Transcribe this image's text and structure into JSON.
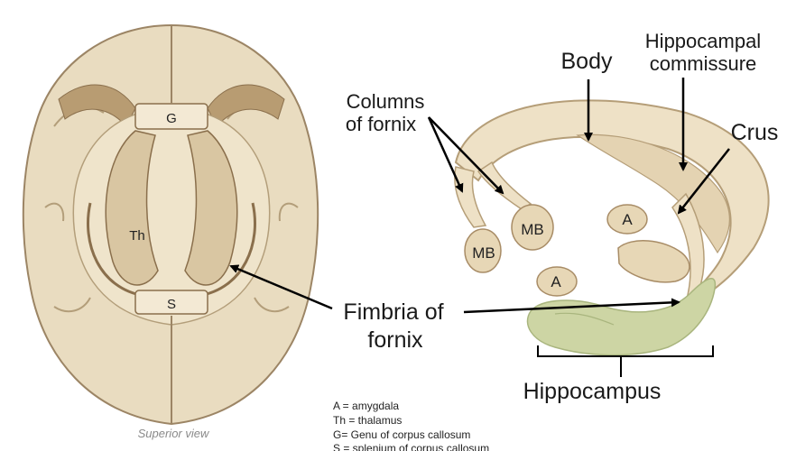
{
  "brain_view": {
    "caption": "Superior view",
    "labels": {
      "genu": "G",
      "thalamus": "Th",
      "splenium": "S"
    }
  },
  "fornix_view": {
    "labels": {
      "body": "Body",
      "hippocampal_commissure_line1": "Hippocampal",
      "hippocampal_commissure_line2": "commissure",
      "columns_line1": "Columns",
      "columns_line2": "of fornix",
      "crus": "Crus",
      "mb_left": "MB",
      "mb_right": "MB",
      "a_upper": "A",
      "a_lower": "A",
      "fimbria_line1": "Fimbria of",
      "fimbria_line2": "fornix",
      "hippocampus": "Hippocampus"
    }
  },
  "legend": [
    "A = amygdala",
    "Th = thalamus",
    "G= Genu of corpus callosum",
    "S = splenium of corpus callosum"
  ],
  "colors": {
    "tissue": "#e6d6b8",
    "tissue_light": "#f1e6cf",
    "tissue_dark": "#a88c66",
    "hippocampus": "#c9d3a0"
  }
}
